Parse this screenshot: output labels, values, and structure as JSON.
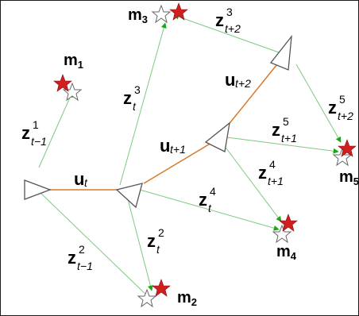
{
  "landmarks": [
    {
      "id": "m1",
      "letter": "m",
      "index": "1"
    },
    {
      "id": "m2",
      "letter": "m",
      "index": "2"
    },
    {
      "id": "m3",
      "letter": "m",
      "index": "3"
    },
    {
      "id": "m4",
      "letter": "m",
      "index": "4"
    },
    {
      "id": "m5",
      "letter": "m",
      "index": "5"
    }
  ],
  "controls": [
    {
      "id": "u_t",
      "letter": "u",
      "sub": "t"
    },
    {
      "id": "u_t1",
      "letter": "u",
      "sub": "t+1"
    },
    {
      "id": "u_t2",
      "letter": "u",
      "sub": "t+2"
    }
  ],
  "observations": [
    {
      "id": "z1_tm1",
      "letter": "z",
      "sup": "1",
      "sub": "t−1"
    },
    {
      "id": "z2_tm1",
      "letter": "z",
      "sup": "2",
      "sub": "t−1"
    },
    {
      "id": "z2_t",
      "letter": "z",
      "sup": "2",
      "sub": "t"
    },
    {
      "id": "z3_t",
      "letter": "z",
      "sup": "3",
      "sub": "t"
    },
    {
      "id": "z4_t",
      "letter": "z",
      "sup": "4",
      "sub": "t"
    },
    {
      "id": "z3_t2",
      "letter": "z",
      "sup": "3",
      "sub": "t+2"
    },
    {
      "id": "z4_t1",
      "letter": "z",
      "sup": "4",
      "sub": "t+1"
    },
    {
      "id": "z5_t1",
      "letter": "z",
      "sup": "5",
      "sub": "t+1"
    },
    {
      "id": "z5_t2",
      "letter": "z",
      "sup": "5",
      "sub": "t+2"
    }
  ],
  "colors": {
    "trajectory": "#d97a2a",
    "observation": "#5cb85c",
    "star_red": "#d11f1f",
    "arrow_green": "#19a619",
    "outline": "#555555"
  }
}
